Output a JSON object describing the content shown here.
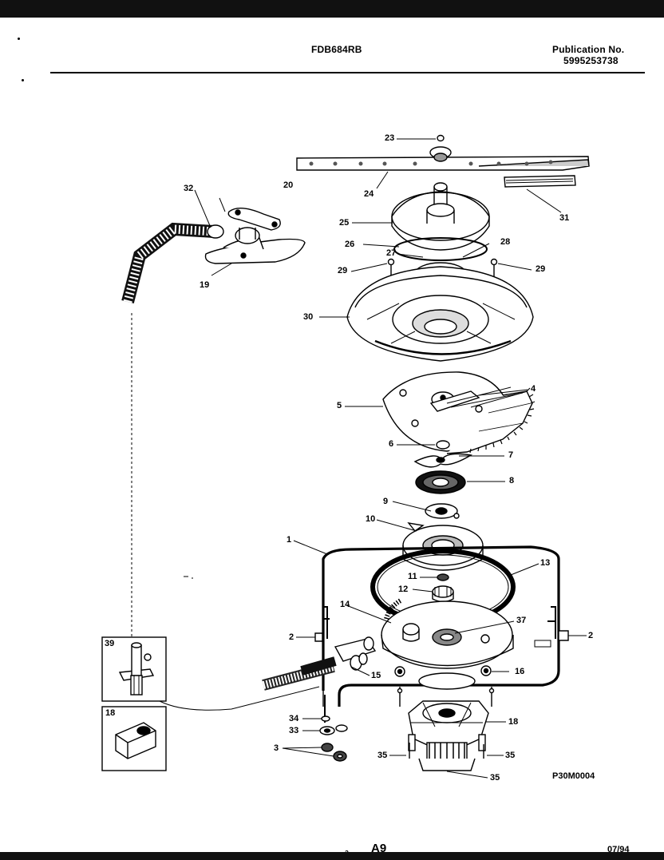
{
  "header": {
    "model": "FDB684RB",
    "publication_label": "Publication No.",
    "publication_number": "5995253738"
  },
  "diagram": {
    "callouts": [
      {
        "id": "c23",
        "text": "23"
      },
      {
        "id": "c20",
        "text": "20"
      },
      {
        "id": "c32",
        "text": "32"
      },
      {
        "id": "c24",
        "text": "24"
      },
      {
        "id": "c31",
        "text": "31"
      },
      {
        "id": "c25",
        "text": "25"
      },
      {
        "id": "c26",
        "text": "26"
      },
      {
        "id": "c27",
        "text": "27"
      },
      {
        "id": "c28",
        "text": "28"
      },
      {
        "id": "c29a",
        "text": "29"
      },
      {
        "id": "c29b",
        "text": "29"
      },
      {
        "id": "c19",
        "text": "19"
      },
      {
        "id": "c30",
        "text": "30"
      },
      {
        "id": "c4",
        "text": "4"
      },
      {
        "id": "c5",
        "text": "5"
      },
      {
        "id": "c6",
        "text": "6"
      },
      {
        "id": "c7",
        "text": "7"
      },
      {
        "id": "c8",
        "text": "8"
      },
      {
        "id": "c9",
        "text": "9"
      },
      {
        "id": "c10",
        "text": "10"
      },
      {
        "id": "c1",
        "text": "1"
      },
      {
        "id": "c13",
        "text": "13"
      },
      {
        "id": "c11",
        "text": "11"
      },
      {
        "id": "c12",
        "text": "12"
      },
      {
        "id": "c14",
        "text": "14"
      },
      {
        "id": "c37",
        "text": "37"
      },
      {
        "id": "c2a",
        "text": "2"
      },
      {
        "id": "c2b",
        "text": "2"
      },
      {
        "id": "c39",
        "text": "39"
      },
      {
        "id": "c15",
        "text": "15"
      },
      {
        "id": "c16",
        "text": "16"
      },
      {
        "id": "c34",
        "text": "34"
      },
      {
        "id": "c18a",
        "text": "18"
      },
      {
        "id": "c18b",
        "text": "18"
      },
      {
        "id": "c33",
        "text": "33"
      },
      {
        "id": "c3",
        "text": "3"
      },
      {
        "id": "c35a",
        "text": "35"
      },
      {
        "id": "c35b",
        "text": "35"
      },
      {
        "id": "c35c",
        "text": "35"
      }
    ],
    "figure_ref": "P30M0004"
  },
  "footer": {
    "page_prefix": "a",
    "page": "A9",
    "date": "07/94"
  }
}
